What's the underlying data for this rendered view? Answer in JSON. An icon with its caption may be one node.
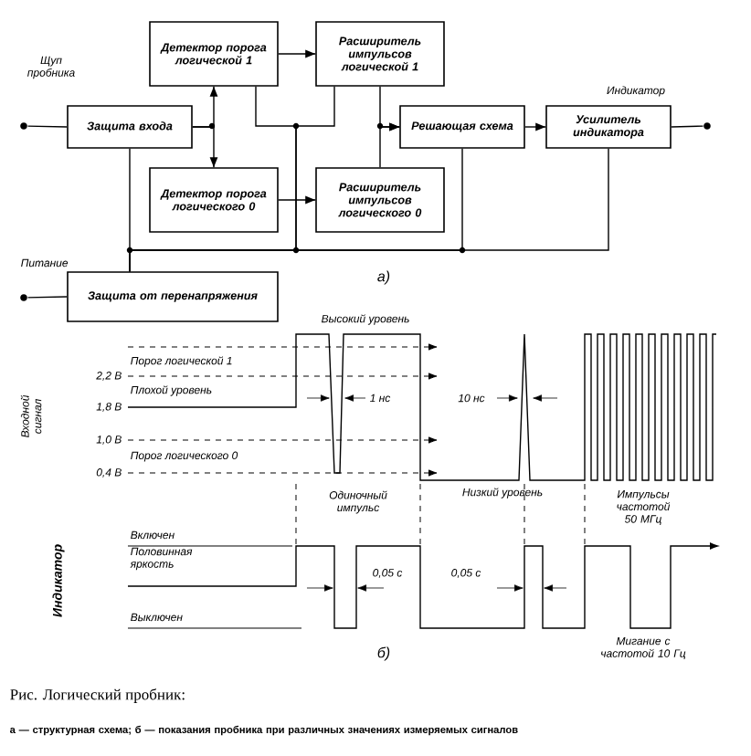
{
  "diagram": {
    "caption": "Рис. Логический пробник:",
    "nodes": [
      {
        "text": [
          "Защита входа"
        ]
      },
      {
        "text": [
          "Детектор порога логической 1"
        ]
      },
      {
        "text": [
          "Детектор порога логического 0"
        ]
      },
      {
        "text": [
          "Расширитель импульсов логической 1"
        ]
      },
      {
        "text": [
          "Расширитель импульсов логического 0"
        ]
      },
      {
        "text": [
          "Решающая схема"
        ]
      },
      {
        "text": [
          "Усилитель индикатора"
        ]
      },
      {
        "text": [
          "Защита от перенапряжения"
        ]
      },
      {
        "text": [],
        "shape": "circle"
      },
      {
        "text": [],
        "shape": "circle"
      },
      {
        "text": [],
        "shape": "circle"
      }
    ],
    "edges": [
      {
        "from": 8,
        "to": 0,
        "arrow": "none"
      },
      {
        "from": 0,
        "to": 1,
        "arrow": "to"
      },
      {
        "from": 0,
        "to": 2,
        "arrow": "to"
      },
      {
        "from": 1,
        "to": 3,
        "arrow": "to"
      },
      {
        "from": 2,
        "to": 4,
        "arrow": "to"
      },
      {
        "from": 3,
        "to": 5,
        "arrow": "to"
      },
      {
        "from": 4,
        "to": 5,
        "arrow": "to"
      },
      {
        "from": 5,
        "to": 6,
        "arrow": "to"
      },
      {
        "from": 6,
        "to": 9,
        "arrow": "none"
      },
      {
        "from": 10,
        "to": 7,
        "arrow": "none"
      },
      {
        "from": 7,
        "to": 0,
        "arrow": "none"
      },
      {
        "from": 7,
        "to": 1,
        "arrow": "none"
      },
      {
        "from": 7,
        "to": 3,
        "arrow": "none"
      },
      {
        "from": 7,
        "to": 5,
        "arrow": "none"
      },
      {
        "from": 7,
        "to": 6,
        "arrow": "none"
      }
    ],
    "labels": [
      "Щуп пробника",
      "Индикатор",
      "Питание",
      "а)",
      "Высокий уровень",
      "Порог логической 1",
      "2,2 В",
      "Плохой уровень",
      "1,8 В",
      "1,0 В",
      "Порог логического 0",
      "0,4 В",
      "Входной сигнал",
      "1 нс",
      "10 нс",
      "Одиночный импульс",
      "Низкий уровень",
      "Импульсы частотой 50 МГц",
      "Индикатор",
      "Включен",
      "Половинная яркость",
      "Выключен",
      "0,05 с",
      "0,05 с",
      "б)",
      "Мигание с частотой 10 Гц",
      "а — структурная схема; б — показания пробника при различных значениях измеряемых сигналов"
    ]
  }
}
